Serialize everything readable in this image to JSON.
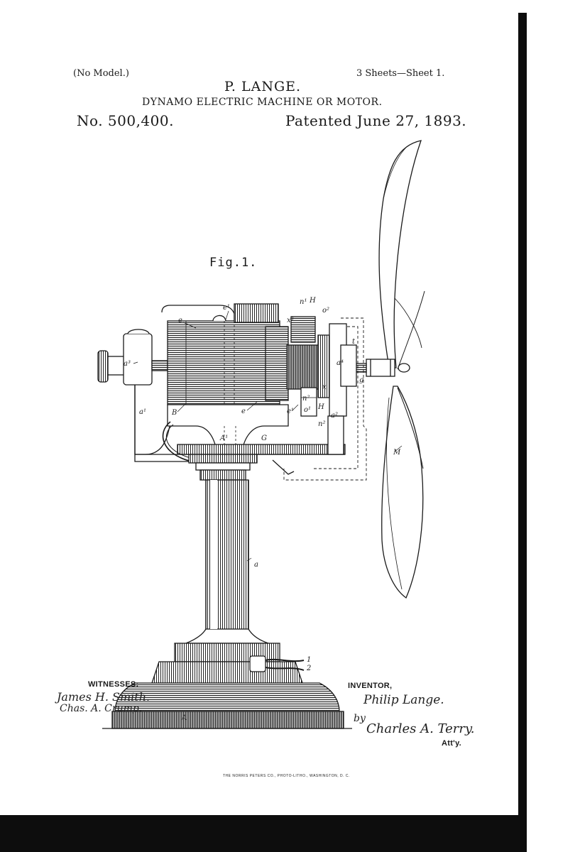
{
  "header": {
    "model_note": "(No Model.)",
    "inventor_name": "P. LANGE.",
    "sheet_note": "3 Sheets—Sheet 1.",
    "title": "DYNAMO ELECTRIC MACHINE OR MOTOR.",
    "patent_number": "No. 500,400.",
    "patented_date": "Patented June 27, 1893."
  },
  "figure": {
    "label": "Fig.1.",
    "reference_letters": {
      "e": "e",
      "e1_top": "e¹",
      "a3": "a³",
      "a1": "a¹",
      "B": "B",
      "e_lower": "e",
      "e1_right": "e¹",
      "A1": "A¹",
      "G": "G",
      "n1": "n¹",
      "H_top": "H",
      "o2": "o²",
      "x3": "x³",
      "a4": "a⁴",
      "t": "t",
      "g": "g",
      "x": "x",
      "n2_box": "n²",
      "o1": "o¹",
      "H_mid": "H",
      "n2": "n²",
      "a2": "a²",
      "M": "M",
      "a": "a",
      "A": "A",
      "wire1": "1",
      "wire2": "2"
    }
  },
  "witnesses": {
    "heading": "WITNESSES:",
    "names": [
      "James H. Smith.",
      "Chas. A. Crump."
    ]
  },
  "inventor": {
    "heading": "INVENTOR,",
    "signature": "Philip Lange.",
    "by": "by",
    "attorney_signature": "Charles A. Terry.",
    "attorney_abbrev": "Att'y."
  },
  "footer": {
    "printer": "THE NORRIS PETERS CO., PHOTO-LITHO., WASHINGTON, D. C."
  }
}
